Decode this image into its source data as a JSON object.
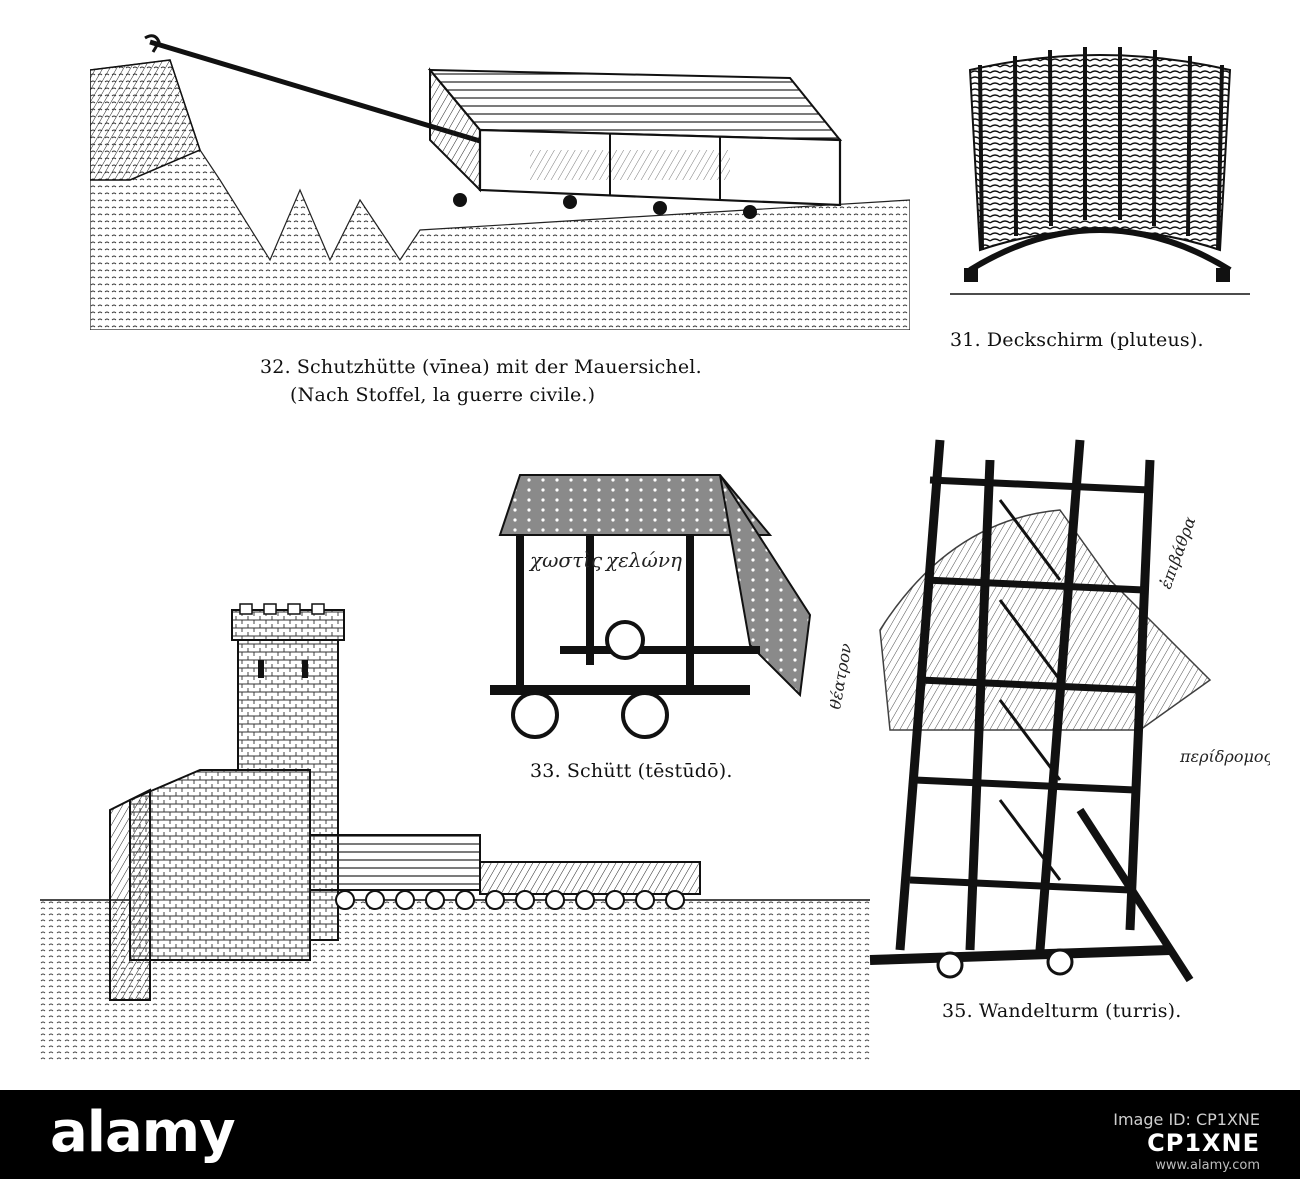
{
  "figures": {
    "vinea": {
      "number": "32.",
      "caption_line1": "Schutzhütte (vīnea) mit der Mauersichel.",
      "caption_line2": "(Nach Stoffel, la guerre civile.)"
    },
    "pluteus": {
      "number": "31.",
      "caption": "Deckschirm (pluteus)."
    },
    "testudo": {
      "number": "33.",
      "caption": "Schütt (tēstūdō).",
      "inscription_left": "χωστὶς",
      "inscription_right": "χελώνη"
    },
    "turris": {
      "number": "35.",
      "caption": "Wandelturm (turris).",
      "inscription_1": "ἐπιβάθρα",
      "inscription_2": "θέατρον",
      "inscription_3": "περίδρομος"
    }
  },
  "footer": {
    "logo": "alamy",
    "image_id_label": "Image ID: CP1XNE",
    "image_id": "CP1XNE",
    "url": "www.alamy.com"
  },
  "colors": {
    "ink": "#111111",
    "paper": "#ffffff",
    "footer_bg": "#000000"
  }
}
